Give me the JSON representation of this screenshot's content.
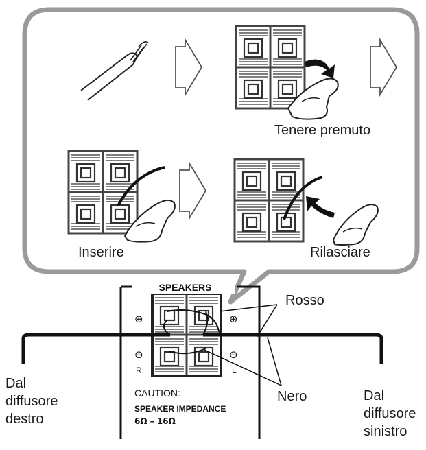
{
  "labels": {
    "hold": "Tenere premuto",
    "insert": "Inserire",
    "release": "Rilasciare",
    "speakers": "SPEAKERS",
    "red": "Rosso",
    "black": "Nero",
    "from_right": "Dal\ndiffusore\ndestro",
    "from_left": "Dal\ndiffusore\nsinistro",
    "caution_1": "CAUTION:",
    "caution_2": "SPEAKER IMPEDANCE",
    "caution_3": "6Ω – 16Ω",
    "plus": "⊕",
    "minus": "⊖",
    "r": "R",
    "l": "L"
  },
  "colors": {
    "line": "#1a1a1a",
    "bubble_border": "#9a9a9a",
    "terminal": "#444444",
    "background": "#ffffff"
  }
}
